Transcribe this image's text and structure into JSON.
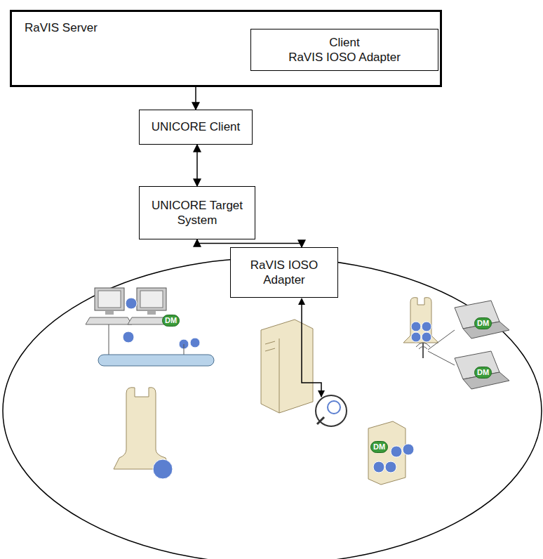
{
  "diagram": {
    "nodes": [
      {
        "text": [
          "RaVIS Server"
        ]
      },
      {
        "text": [
          "Client",
          "RaVIS IOSO Adapter"
        ],
        "in": 0
      },
      {
        "text": [
          "UNICORE Client"
        ]
      },
      {
        "text": [
          "UNICORE Target System"
        ]
      },
      {
        "text": [
          "RaVIS IOSO Adapter"
        ]
      }
    ],
    "edges": [
      {
        "from": 1,
        "to": 2,
        "arrow": "both"
      },
      {
        "from": 2,
        "to": 3,
        "arrow": "both"
      },
      {
        "from": 3,
        "to": 4,
        "arrow": "both"
      }
    ],
    "labels": [
      "DM",
      "DM",
      "DM",
      "DM"
    ]
  }
}
